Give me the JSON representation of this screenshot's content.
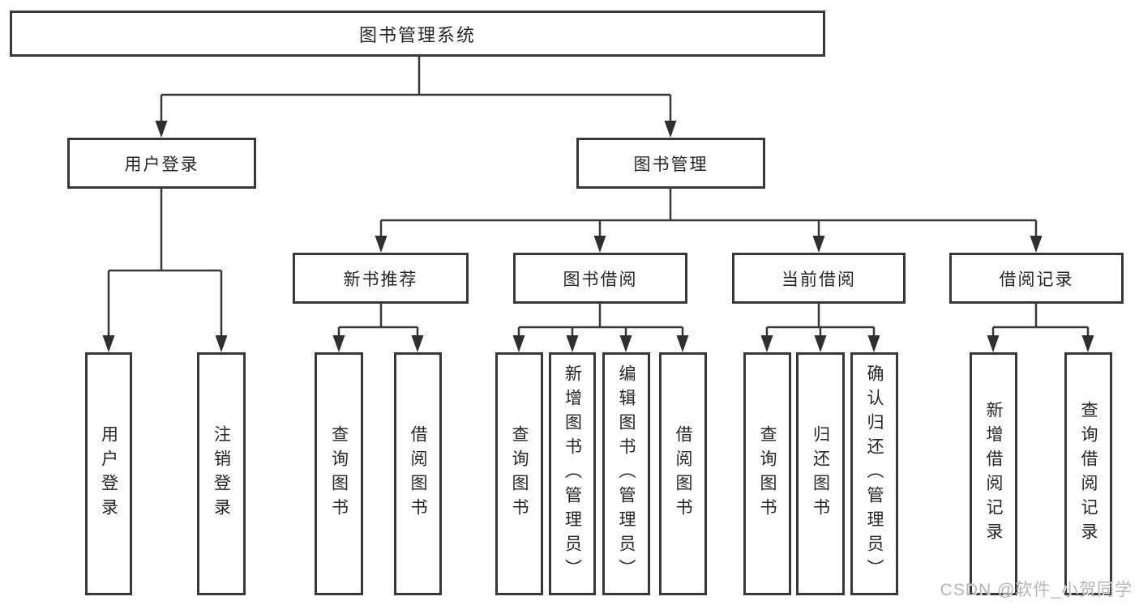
{
  "diagram": {
    "root": {
      "label": "图书管理系统"
    },
    "branches": [
      {
        "label": "用户登录",
        "children": [
          {
            "label": "用户登录"
          },
          {
            "label": "注销登录"
          }
        ]
      },
      {
        "label": "图书管理",
        "children": [
          {
            "label": "新书推荐",
            "children": [
              {
                "label": "查询图书"
              },
              {
                "label": "借阅图书"
              }
            ]
          },
          {
            "label": "图书借阅",
            "children": [
              {
                "label": "查询图书"
              },
              {
                "label": "新增图书（管理员）"
              },
              {
                "label": "编辑图书（管理员）"
              },
              {
                "label": "借阅图书"
              }
            ]
          },
          {
            "label": "当前借阅",
            "children": [
              {
                "label": "查询图书"
              },
              {
                "label": "归还图书"
              },
              {
                "label": "确认归还（管理员）"
              }
            ]
          },
          {
            "label": "借阅记录",
            "children": [
              {
                "label": "新增借阅记录"
              },
              {
                "label": "查询借阅记录"
              }
            ]
          }
        ]
      }
    ]
  },
  "colors": {
    "line": "#383838",
    "text": "#262626",
    "background": "#ffffff",
    "watermark": "#b5b5b5"
  },
  "watermark": {
    "text": "CSDN @软件_小贺同学"
  }
}
